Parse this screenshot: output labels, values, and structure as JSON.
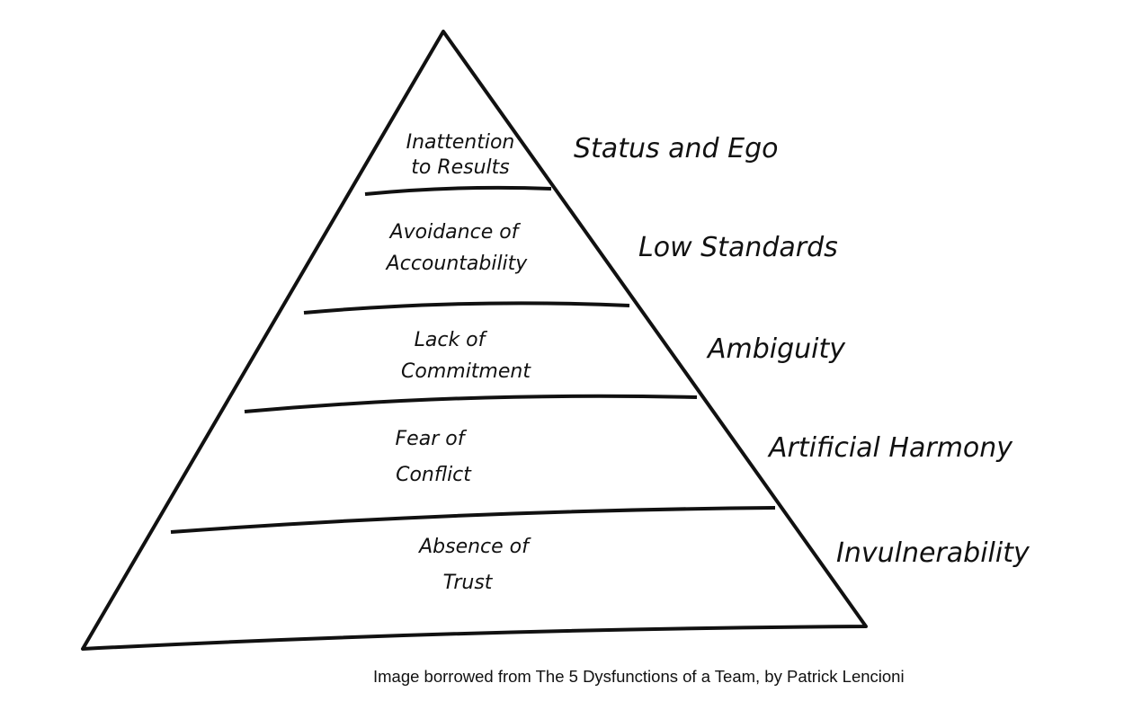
{
  "diagram": {
    "title": "Five Dysfunctions of a Team pyramid",
    "levels": [
      {
        "line1": "Inattention",
        "line2": "to Results",
        "cause": "Status and Ego"
      },
      {
        "line1": "Avoidance of",
        "line2": "Accountability",
        "cause": "Low Standards"
      },
      {
        "line1": "Lack of",
        "line2": "Commitment",
        "cause": "Ambiguity"
      },
      {
        "line1": "Fear of",
        "line2": "Conflict",
        "cause": "Artificial Harmony"
      },
      {
        "line1": "Absence of",
        "line2": "Trust",
        "cause": "Invulnerability"
      }
    ]
  },
  "caption": "Image borrowed from The 5 Dysfunctions of a Team, by Patrick Lencioni"
}
